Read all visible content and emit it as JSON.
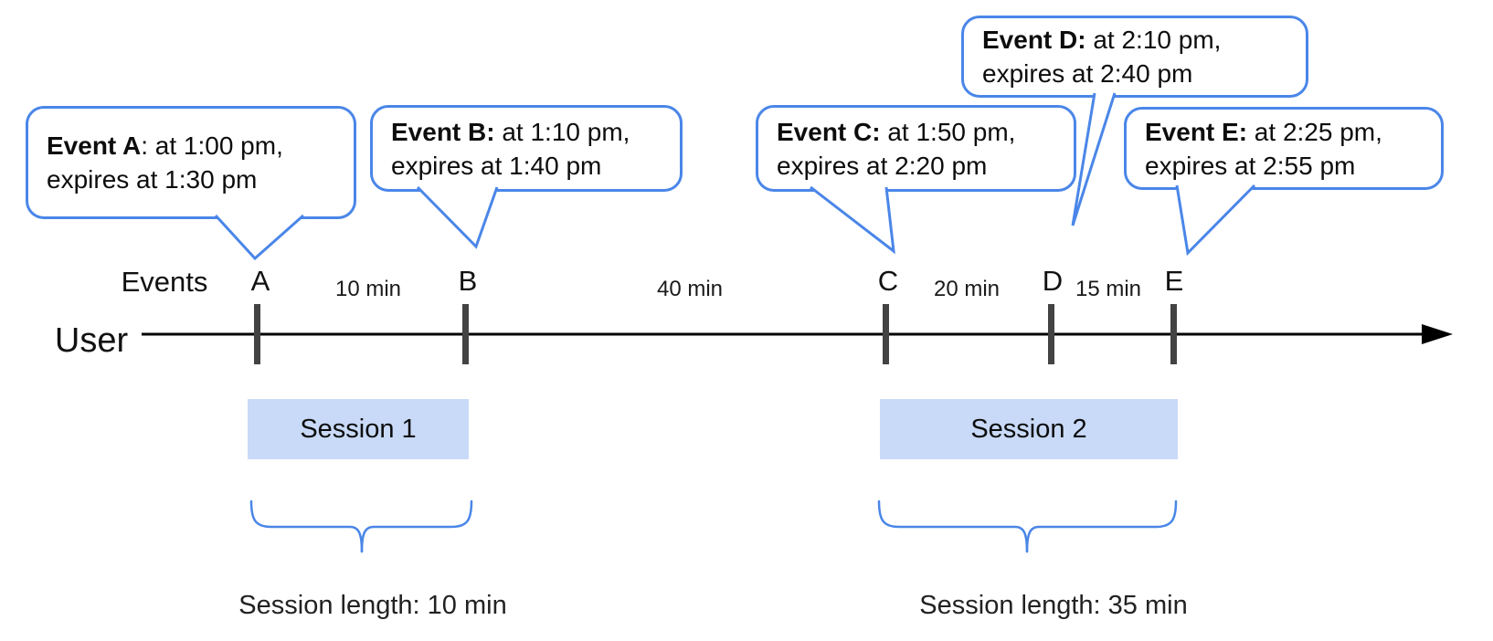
{
  "bubbles": [
    {
      "bold": "Event A",
      "rest": ": at 1:00 pm,",
      "line2": "expires at 1:30 pm"
    },
    {
      "bold": "Event B:",
      "rest": " at 1:10 pm,",
      "line2": "expires at 1:40 pm"
    },
    {
      "bold": "Event C:",
      "rest": " at 1:50 pm,",
      "line2": "expires at 2:20 pm"
    },
    {
      "bold": "Event D:",
      "rest": " at 2:10 pm,",
      "line2": "expires at 2:40 pm"
    },
    {
      "bold": "Event E:",
      "rest": " at 2:25 pm,",
      "line2": "expires at 2:55 pm"
    }
  ],
  "timeline": {
    "user_label": "User",
    "events_label": "Events",
    "tick_labels": [
      "A",
      "B",
      "C",
      "D",
      "E"
    ],
    "interval_labels": [
      "10 min",
      "40 min",
      "20 min",
      "15 min"
    ]
  },
  "sessions": [
    {
      "label": "Session 1",
      "length_label": "Session length: 10 min"
    },
    {
      "label": "Session 2",
      "length_label": "Session length: 35 min"
    }
  ],
  "colors": {
    "bubble_border": "#4a86e8",
    "brace": "#4a86e8",
    "session_fill": "#c9daf8",
    "tick": "#434343",
    "axis": "#000000"
  }
}
